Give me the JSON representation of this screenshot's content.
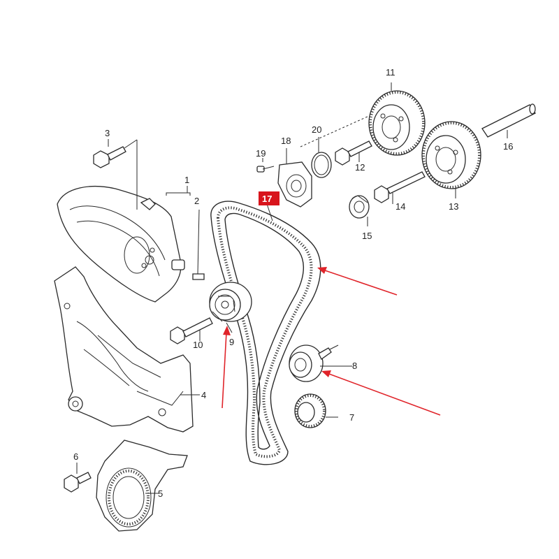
{
  "labels": {
    "p1": "1",
    "p2": "2",
    "p3": "3",
    "p4": "4",
    "p5": "5",
    "p6": "6",
    "p7": "7",
    "p8": "8",
    "p9": "9",
    "p10": "10",
    "p11": "11",
    "p12": "12",
    "p13": "13",
    "p14": "14",
    "p15": "15",
    "p16": "16",
    "p18": "18",
    "p19": "19",
    "p20": "20"
  },
  "highlight": {
    "label": "17",
    "color": "#d8141c"
  },
  "arrow_color": "#e0242a"
}
